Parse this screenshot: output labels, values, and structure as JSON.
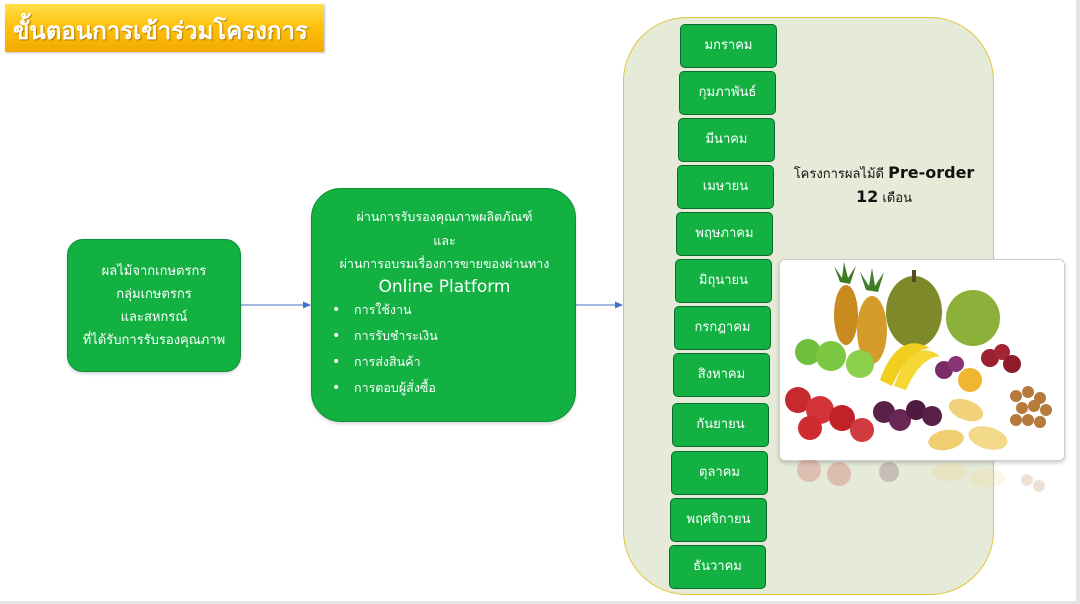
{
  "title": "ขั้นตอนการเข้าร่วมโครงการ",
  "source_box": {
    "lines": [
      "ผลไม้จากเกษตรกร",
      "กลุ่มเกษตรกร",
      "และสหกรณ์",
      "ที่ได้รับการรับรองคุณภาพ"
    ]
  },
  "certification_box": {
    "line1": "ผ่านการรับรองคุณภาพผลิตภัณฑ์",
    "line2": "และ",
    "line3": "ผ่านการอบรมเรื่องการขายของผ่านทาง",
    "platform": "Online Platform",
    "bullets": [
      "การใช้งาน",
      "การรับชำระเงิน",
      "การส่งสินค้า",
      "การตอบผู้สั่งซื้อ"
    ]
  },
  "months": [
    "มกราคม",
    "กุมภาพันธ์",
    "มีนาคม",
    "เมษายน",
    "พฤษภาคม",
    "มิถุนายน",
    "กรกฎาคม",
    "สิงหาคม",
    "กันยายน",
    "ตุลาคม",
    "พฤศจิกายน",
    "ธันวาคม"
  ],
  "project": {
    "title_prefix": "โครงการผลไม้ดี",
    "title_bold": "Pre-order",
    "duration_number": "12",
    "duration_unit": "เดือน"
  },
  "colors": {
    "green": "#12b142",
    "panel_bg": "#e5ebd8",
    "panel_border": "#e3c53a",
    "title_bar": "#ffc20e",
    "arrow": "#4472c4"
  },
  "icons": {
    "arrow": "arrow-right-icon",
    "bullet": "bullet-dot-icon",
    "photo": "tropical-fruit-photo"
  }
}
